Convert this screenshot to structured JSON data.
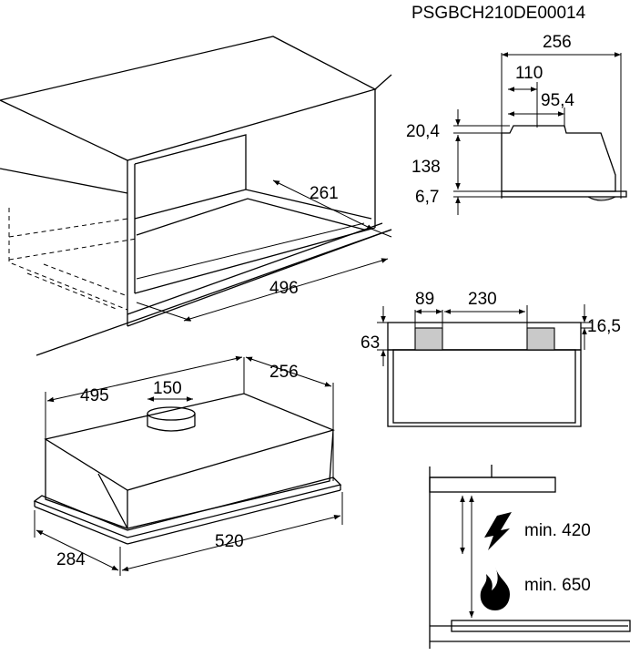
{
  "product_code": "PSGBCH210DE00014",
  "installation_view": {
    "depth_label": "261",
    "width_label": "496"
  },
  "side_view": {
    "depth_label": "256",
    "offset_label": "110",
    "outlet_label": "95,4",
    "top_gap_label": "20,4",
    "height_label": "138",
    "bottom_label": "6,7"
  },
  "front_view": {
    "left_label": "89",
    "center_label": "230",
    "height_label": "63",
    "right_label": "16,5"
  },
  "hood_view": {
    "top_width_label": "495",
    "outlet_diameter_label": "150",
    "top_depth_label": "256",
    "bottom_depth_label": "284",
    "bottom_width_label": "520"
  },
  "clearance": {
    "electric_label": "min. 420",
    "gas_label": "min. 650",
    "electric_icon": "lightning-icon",
    "gas_icon": "flame-icon"
  }
}
